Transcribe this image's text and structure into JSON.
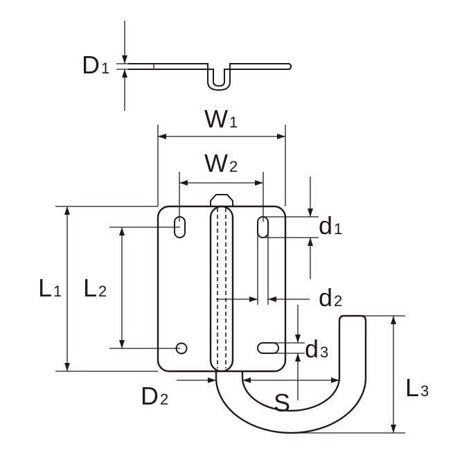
{
  "labels": {
    "D1": {
      "main": "D",
      "sub": "1"
    },
    "W1": {
      "main": "W",
      "sub": "1"
    },
    "W2": {
      "main": "W",
      "sub": "2"
    },
    "L1": {
      "main": "L",
      "sub": "1"
    },
    "L2": {
      "main": "L",
      "sub": "2"
    },
    "d1": {
      "main": "d",
      "sub": "1"
    },
    "d2": {
      "main": "d",
      "sub": "2"
    },
    "d3": {
      "main": "d",
      "sub": "3"
    },
    "D2": {
      "main": "D",
      "sub": "2"
    },
    "S": {
      "main": "S",
      "sub": ""
    },
    "L3": {
      "main": "L",
      "sub": "3"
    }
  },
  "colors": {
    "ink": "#231815",
    "background": "#ffffff"
  }
}
